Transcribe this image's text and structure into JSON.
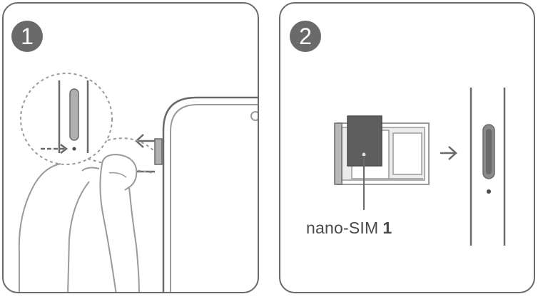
{
  "steps": [
    {
      "number": "1",
      "illustration": "eject-tool-inserting-into-sim-tray-hole"
    },
    {
      "number": "2",
      "illustration": "nano-sim-placed-in-tray-and-tray-inserted"
    }
  ],
  "sim_label": {
    "text": "nano-SIM",
    "slot": "1"
  },
  "icons": [
    "finger-icon",
    "phone-icon",
    "sim-tray-icon",
    "sim-card-icon",
    "arrow-left-icon",
    "arrow-right-icon"
  ],
  "colors": {
    "line": "#9a9a9a",
    "dark": "#6a6a6a",
    "sim_card": "#5e5e5e",
    "tray": "#a8a8a8",
    "label": "#4a4a4a"
  }
}
